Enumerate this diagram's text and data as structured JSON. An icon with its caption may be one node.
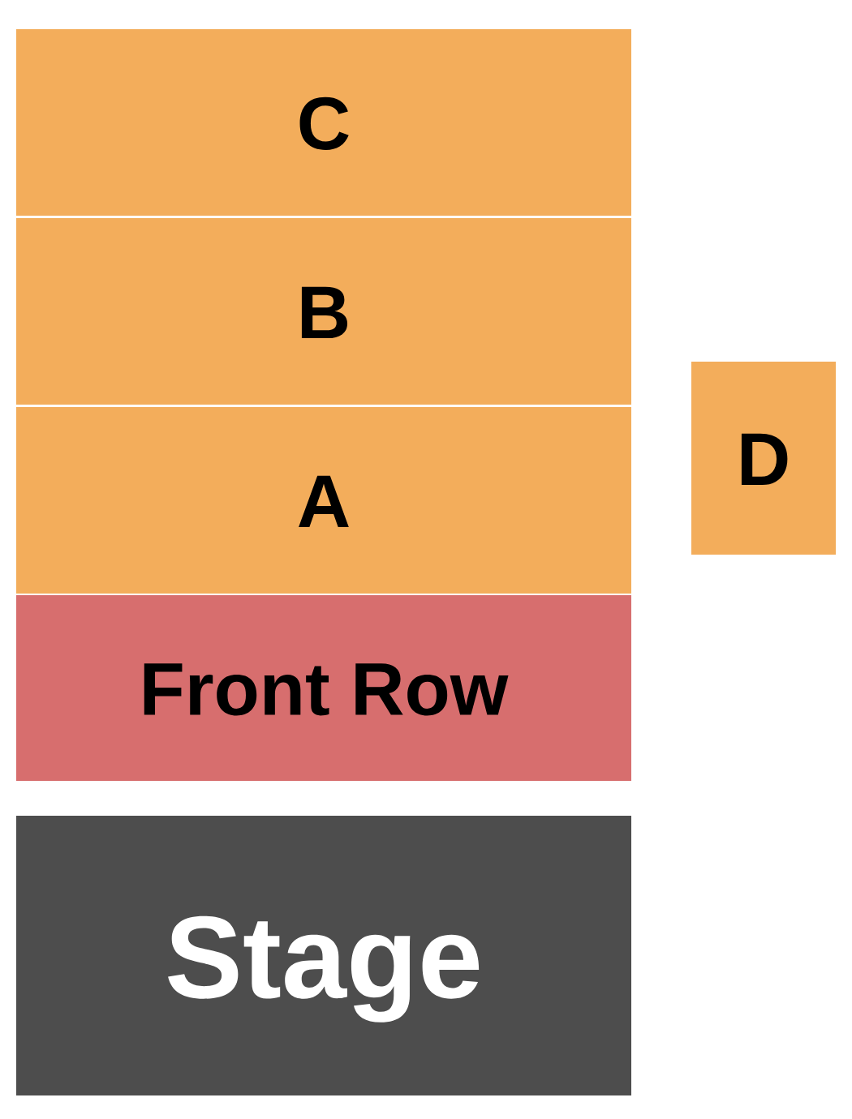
{
  "diagram": {
    "nodes": [
      {
        "text": [
          "C"
        ]
      },
      {
        "text": [
          "B"
        ]
      },
      {
        "text": [
          "D"
        ]
      },
      {
        "text": [
          "A"
        ]
      },
      {
        "text": [
          "Front Row"
        ]
      },
      {
        "text": [
          "Stage"
        ]
      }
    ]
  }
}
